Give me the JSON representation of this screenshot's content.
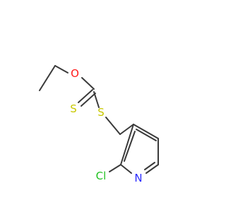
{
  "molecule": {
    "atoms": {
      "o": "O",
      "s_thione": "S",
      "s_thioether": "S",
      "cl": "Cl",
      "n": "N"
    },
    "colors": {
      "bond": "#3a3a3a",
      "oxygen": "#ff1a1a",
      "sulfur": "#c8c800",
      "chlorine": "#22c222",
      "nitrogen": "#2b2bff"
    }
  }
}
